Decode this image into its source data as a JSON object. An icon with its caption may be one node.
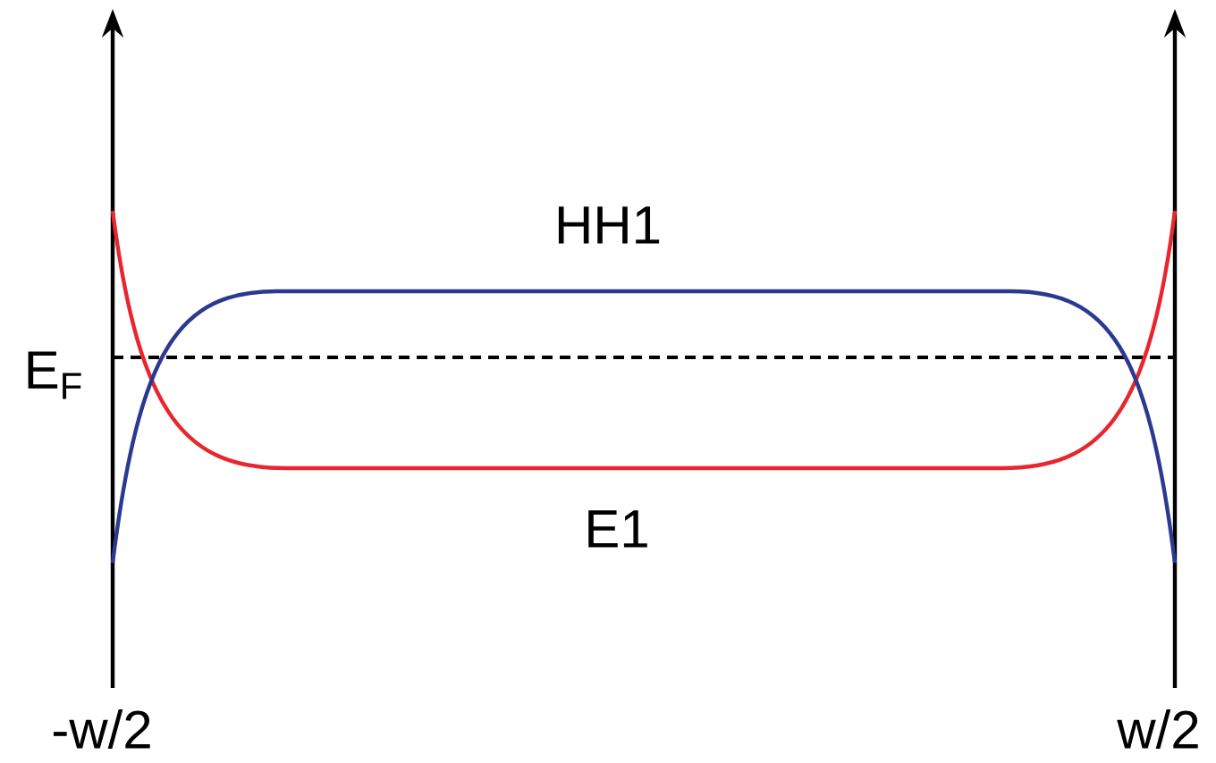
{
  "diagram": {
    "labels": [
      "HH1",
      "E$_{F}$",
      "E1",
      "-w/2",
      "w/2"
    ]
  }
}
